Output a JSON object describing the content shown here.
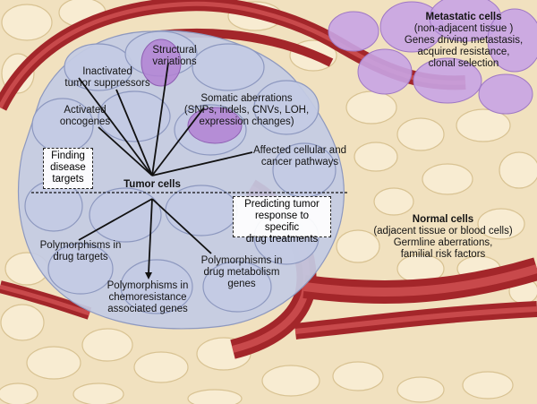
{
  "labels": {
    "metastatic_title": "Metastatic cells",
    "metastatic_l1": "(non-adjacent tissue )",
    "metastatic_l2": "Genes driving metastasis,",
    "metastatic_l3": "acquired resistance,",
    "metastatic_l4": "clonal selection",
    "structural_1": "Structural",
    "structural_2": "variations",
    "inactivated_1": "Inactivated",
    "inactivated_2": "tumor suppressors",
    "somatic_1": "Somatic aberrations",
    "somatic_2": "(SNPs, indels, CNVs, LOH,",
    "somatic_3": "expression changes)",
    "activated_1": "Activated",
    "activated_2": "oncogenes",
    "affected_1": "Affected cellular and",
    "affected_2": "cancer pathways",
    "finding_1": "Finding",
    "finding_2": "disease",
    "finding_3": "targets",
    "tumor_cells": "Tumor cells",
    "predicting_1": "Predicting tumor",
    "predicting_2": "response to specific",
    "predicting_3": "drug treatments",
    "normal_title": "Normal cells",
    "normal_l1": "(adjacent tissue or blood cells)",
    "normal_l2": "Germline aberrations,",
    "normal_l3": "familial risk factors",
    "poly_targets_1": "Polymorphisms in",
    "poly_targets_2": "drug targets",
    "poly_metab_1": "Polymorphisms in",
    "poly_metab_2": "drug metabolism",
    "poly_metab_3": "genes",
    "poly_chemo_1": "Polymorphisms in",
    "poly_chemo_2": "chemoresistance",
    "poly_chemo_3": "associated genes"
  },
  "colors": {
    "background": "#f1e1bf",
    "cell_fill": "#f7ebd0",
    "cell_stroke": "#d9c493",
    "vessel": "#a3262a",
    "vessel_light": "#c8494b",
    "tumor_fill": "#c3cbe4",
    "tumor_stroke": "#8d98bf",
    "metastatic_fill": "#c8a4e4",
    "aberrant_fill": "#b382d3"
  }
}
